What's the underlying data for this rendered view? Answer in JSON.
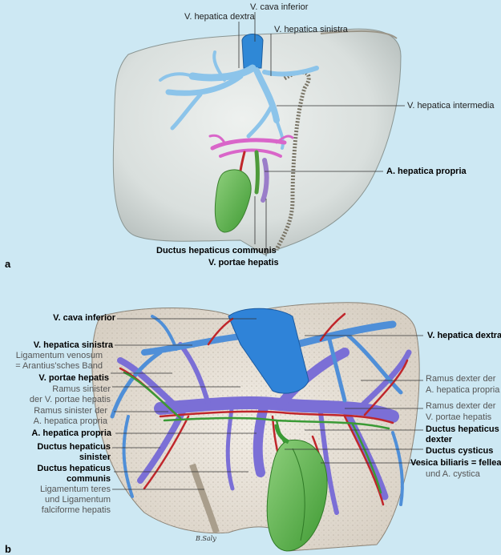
{
  "panel_a": {
    "letter": "a",
    "labels": {
      "v_cava_inferior": "V. cava inferior",
      "v_hepatica_dextra": "V. hepatica dextra",
      "v_hepatica_sinistra": "V. hepatica sinistra",
      "v_hepatica_intermedia": "V. hepatica intermedia",
      "a_hepatica_propria": "A. hepatica propria",
      "ductus_hepaticus_communis": "Ductus hepaticus communis",
      "v_portae_hepatis": "V. portae hepatis"
    }
  },
  "panel_b": {
    "letter": "b",
    "signature": "B.Saly",
    "labels": {
      "v_cava_inferior": "V. cava inferior",
      "v_hepatica_sinistra": "V. hepatica sinistra",
      "lig_venosum_1": "Ligamentum venosum",
      "lig_venosum_2": "= Arantius'sches Band",
      "v_portae_hepatis": "V. portae hepatis",
      "ramus_sin_vp_1": "Ramus sinister",
      "ramus_sin_vp_2": "der V. portae hepatis",
      "ramus_sin_a_1": "Ramus sinister der",
      "ramus_sin_a_2": "A. hepatica propria",
      "a_hepatica_propria": "A. hepatica propria",
      "ductus_hep_sin_1": "Ductus hepaticus",
      "ductus_hep_sin_2": "sinister",
      "ductus_hep_comm_1": "Ductus hepaticus",
      "ductus_hep_comm_2": "communis",
      "lig_teres_1": "Ligamentum teres",
      "lig_teres_2": "und Ligamentum",
      "lig_teres_3": "falciforme hepatis",
      "v_hepatica_dextra": "V. hepatica dextra",
      "ramus_dex_a_1": "Ramus dexter der",
      "ramus_dex_a_2": "A. hepatica propria",
      "ramus_dex_vp_1": "Ramus dexter der",
      "ramus_dex_vp_2": "V. portae hepatis",
      "ductus_hep_dex_1": "Ductus hepaticus",
      "ductus_hep_dex_2": "dexter",
      "ductus_cysticus": "Ductus cysticus",
      "vesica_1": "Vesica biliaris = fellea",
      "vesica_2": "und A. cystica"
    }
  },
  "colors": {
    "background": "#cde8f3",
    "liver_a": "#dfe4e2",
    "liver_b": "#e9e4dc",
    "vein_blue": "#4f8fd8",
    "hepatic_vein_light": "#8cc4ea",
    "portal_purple": "#7b6fd6",
    "artery_red": "#c0262b",
    "bile_green": "#3a9a35",
    "gallbladder_green": "#5cb34a",
    "pink_duct": "#d966c9"
  }
}
